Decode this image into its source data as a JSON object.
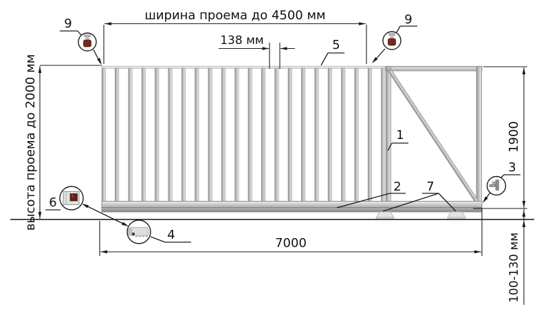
{
  "dimensions": {
    "opening_width": "ширина проема до 4500 мм",
    "slat_spacing": "138 мм",
    "opening_height": "высота проема до 2000 мм",
    "gate_height": "1900",
    "gate_length": "7000",
    "ground_clearance": "100-130 мм"
  },
  "callouts": {
    "item1": "1",
    "item2": "2",
    "item3": "3",
    "item4": "4",
    "item5": "5",
    "item6": "6",
    "item7": "7",
    "item9_left": "9",
    "item9_right": "9"
  },
  "icons": {
    "callout9": "top-bracket-icon",
    "callout6": "control-box-icon",
    "callout4": "carriage-icon",
    "callout3": "catcher-icon"
  },
  "colors": {
    "metal_light": "#e6e6e6",
    "metal_mid": "#b3b3b3",
    "metal_dark": "#919191",
    "accent_dark_red": "#6e2a1c",
    "line": "#1a1a1a"
  }
}
